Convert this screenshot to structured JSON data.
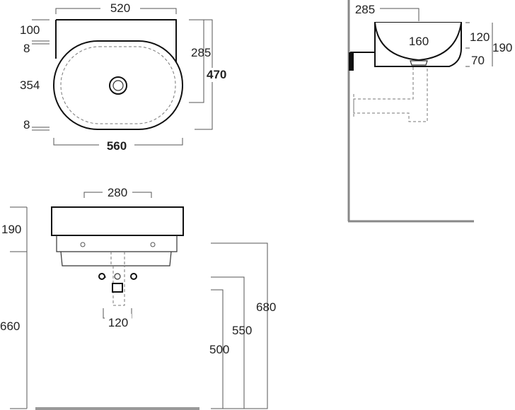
{
  "top_view": {
    "width_upper": "520",
    "height_100": "100",
    "gap_top": "8",
    "bowl_depth": "354",
    "gap_bottom": "8",
    "depth_285": "285",
    "total_depth": "470",
    "total_width": "560"
  },
  "side_view": {
    "depth": "285",
    "bowl_160": "160",
    "height_120": "120",
    "height_70": "70",
    "height_190": "190"
  },
  "front_view": {
    "width_280": "280",
    "height_190": "190",
    "height_660": "660",
    "trap_120": "120",
    "height_680": "680",
    "height_550": "550",
    "height_500": "500"
  }
}
